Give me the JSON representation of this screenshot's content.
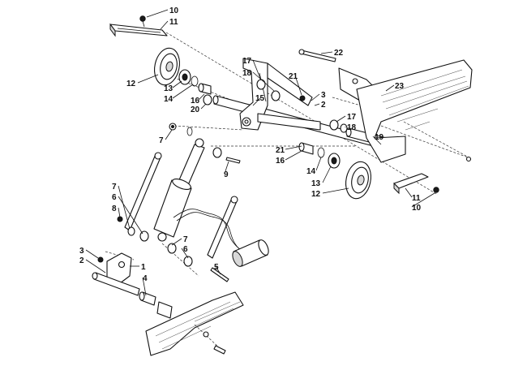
{
  "diagram": {
    "callouts": [
      {
        "id": "c10a",
        "label": "10"
      },
      {
        "id": "c11a",
        "label": "11"
      },
      {
        "id": "c12a",
        "label": "12"
      },
      {
        "id": "c13a",
        "label": "13"
      },
      {
        "id": "c14a",
        "label": "14"
      },
      {
        "id": "c16a",
        "label": "16"
      },
      {
        "id": "c20",
        "label": "20"
      },
      {
        "id": "c17a",
        "label": "17"
      },
      {
        "id": "c18a",
        "label": "18"
      },
      {
        "id": "c15",
        "label": "15"
      },
      {
        "id": "c21a",
        "label": "21"
      },
      {
        "id": "c3a",
        "label": "3"
      },
      {
        "id": "c2a",
        "label": "2"
      },
      {
        "id": "c22",
        "label": "22"
      },
      {
        "id": "c23",
        "label": "23"
      },
      {
        "id": "c17b",
        "label": "17"
      },
      {
        "id": "c18b",
        "label": "18"
      },
      {
        "id": "c19",
        "label": "19"
      },
      {
        "id": "c21b",
        "label": "21"
      },
      {
        "id": "c16b",
        "label": "16"
      },
      {
        "id": "c14b",
        "label": "14"
      },
      {
        "id": "c13b",
        "label": "13"
      },
      {
        "id": "c12b",
        "label": "12"
      },
      {
        "id": "c11b",
        "label": "11"
      },
      {
        "id": "c10b",
        "label": "10"
      },
      {
        "id": "c7a",
        "label": "7"
      },
      {
        "id": "c9",
        "label": "9"
      },
      {
        "id": "c7b",
        "label": "7"
      },
      {
        "id": "c6a",
        "label": "6"
      },
      {
        "id": "c8",
        "label": "8"
      },
      {
        "id": "c7c",
        "label": "7"
      },
      {
        "id": "c6b",
        "label": "6"
      },
      {
        "id": "c3b",
        "label": "3"
      },
      {
        "id": "c2b",
        "label": "2"
      },
      {
        "id": "c1",
        "label": "1"
      },
      {
        "id": "c4",
        "label": "4"
      },
      {
        "id": "c5",
        "label": "5"
      }
    ]
  }
}
